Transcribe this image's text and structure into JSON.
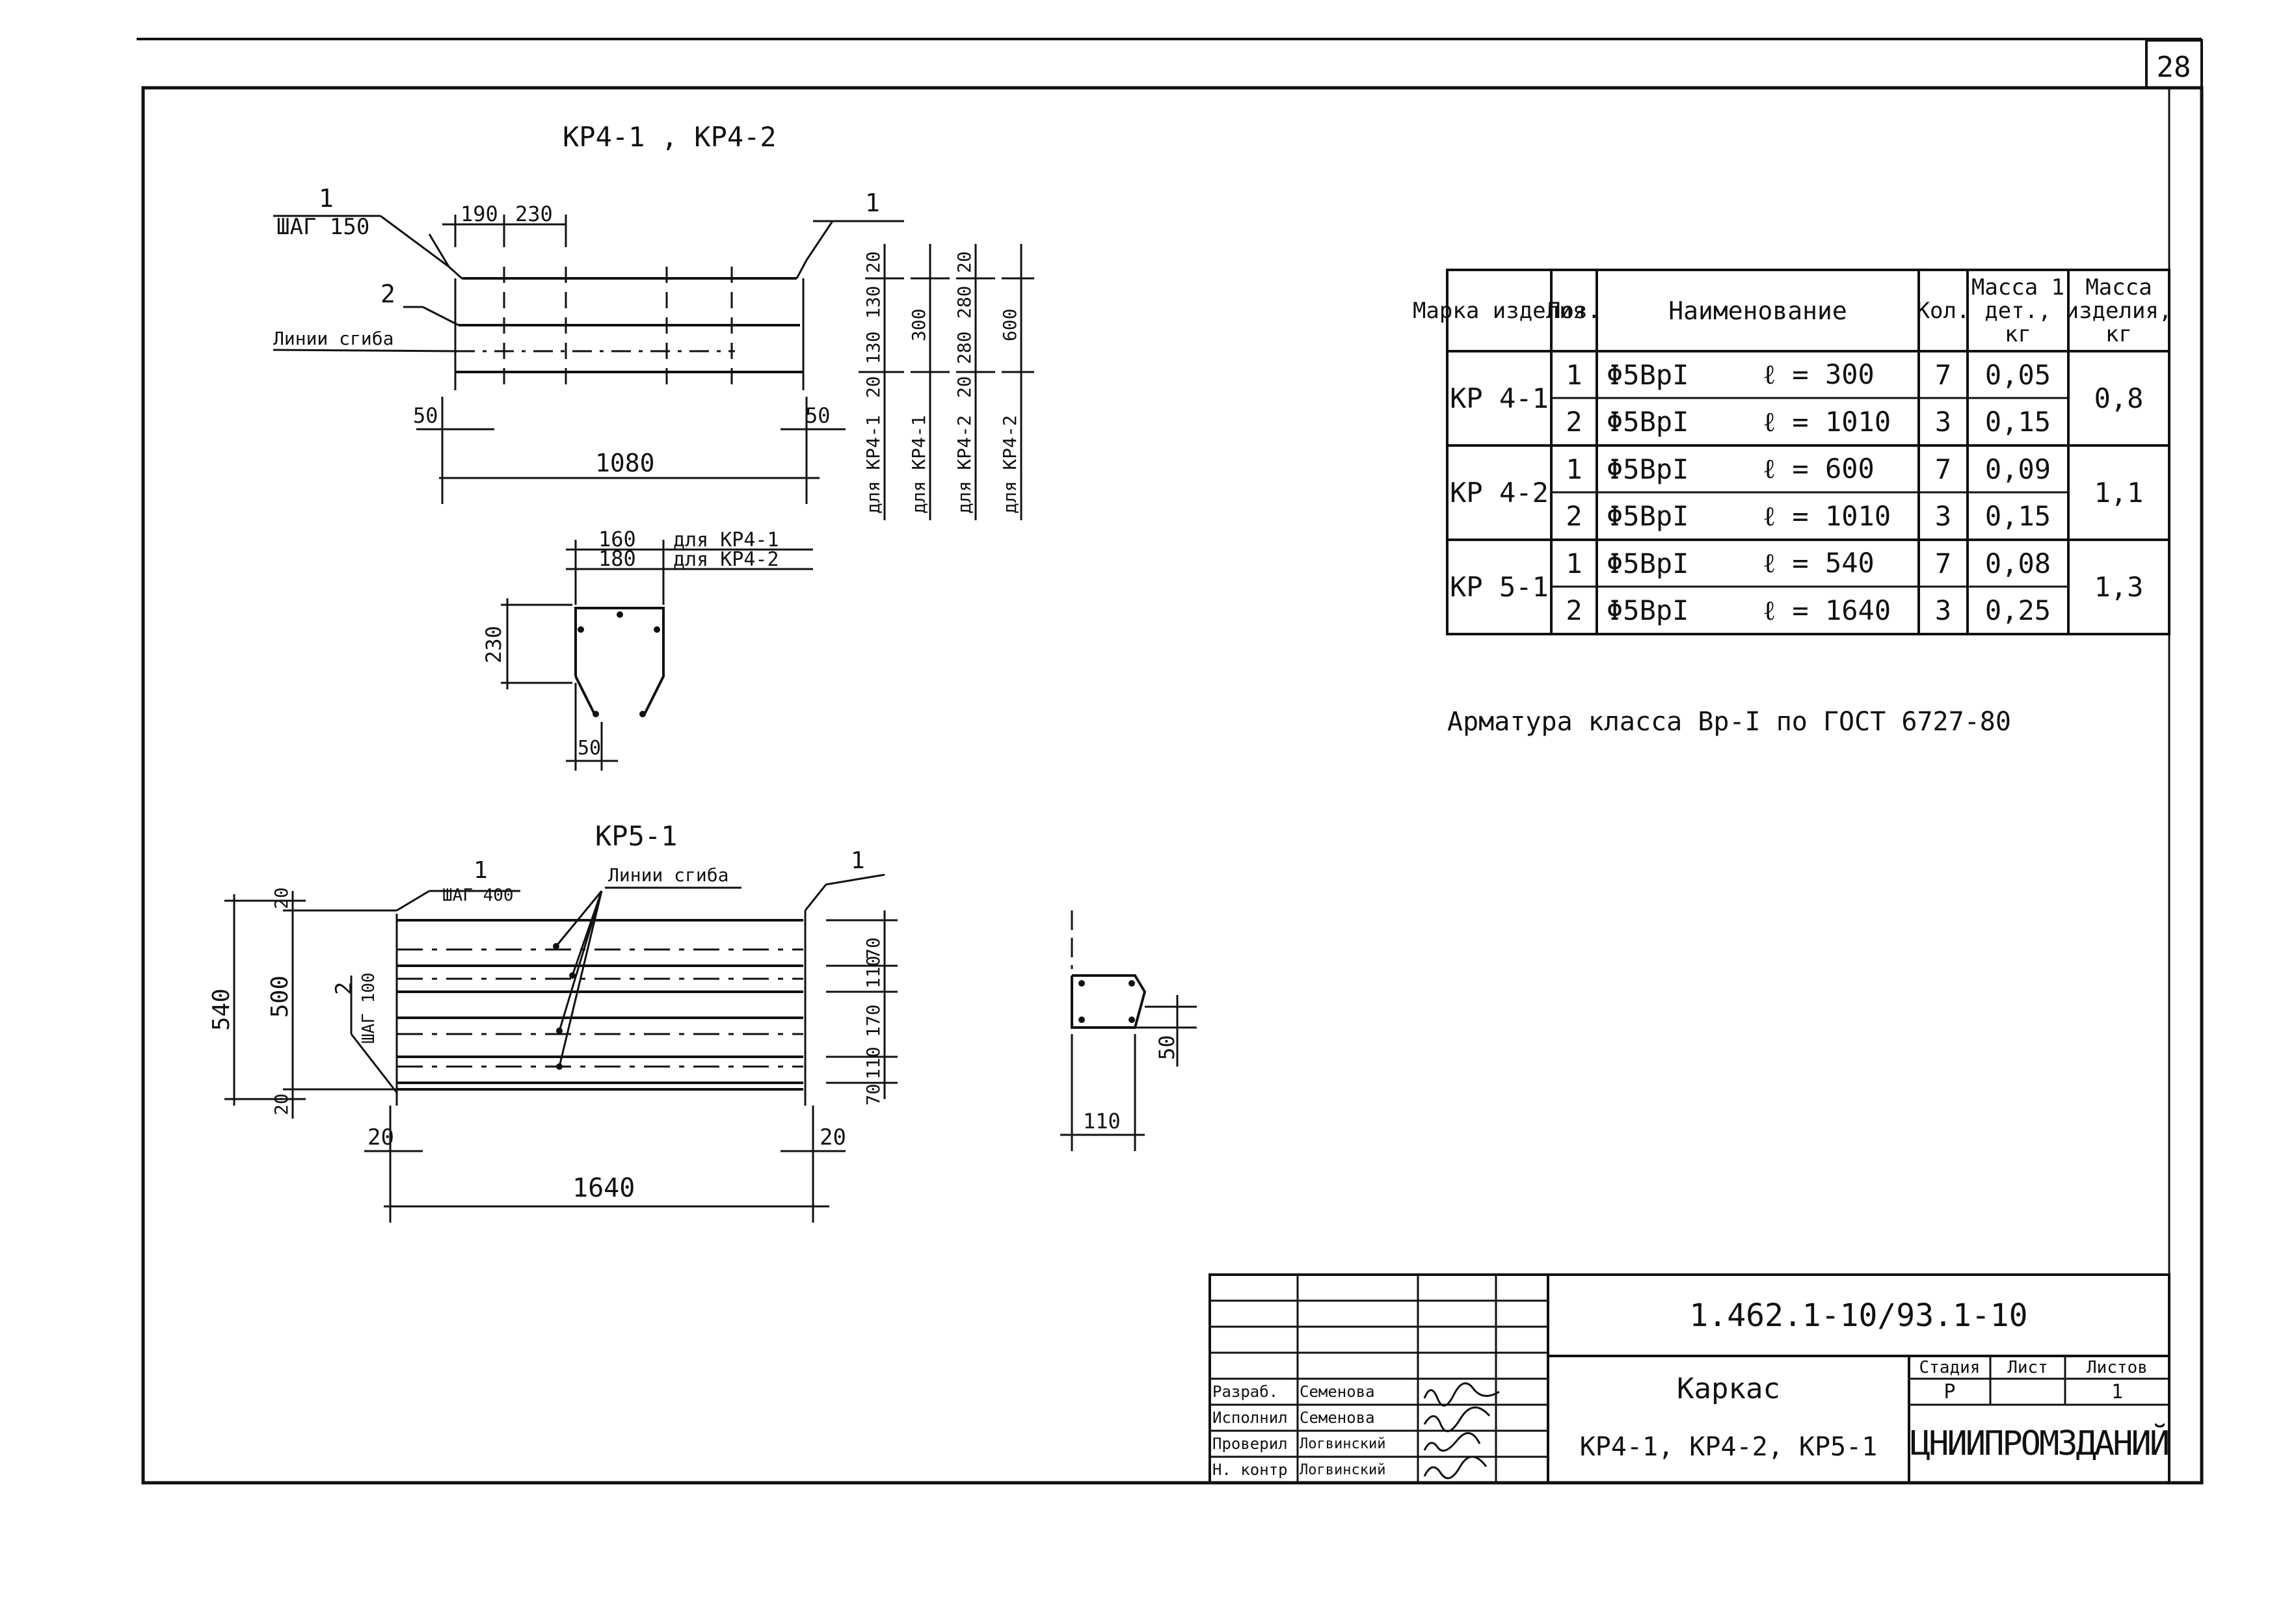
{
  "sheet": {
    "number": "28"
  },
  "drawings": {
    "kr4": {
      "title": "КР4-1 , КР4-2",
      "pos1": "1",
      "pos1_step": "ШАГ 150",
      "pos1_right": "1",
      "pos2": "2",
      "bend_lines": "Линии сгиба",
      "dims": {
        "top_a": "190",
        "top_b": "230",
        "left_end": "50",
        "right_end": "50",
        "length": "1080",
        "v_kr41": [
          "20",
          "130",
          "130",
          "20"
        ],
        "v_kr41_total": "300",
        "v_kr42": [
          "20",
          "280",
          "280",
          "20"
        ],
        "v_kr42_total": "600",
        "for_kr41_a": "для КР4-1",
        "for_kr41_b": "для КР4-1",
        "for_kr42_a": "для КР4-2",
        "for_kr42_b": "для КР4-2"
      }
    },
    "kr4_section": {
      "w1": "160",
      "w1_label": "для КР4-1",
      "w2": "180",
      "w2_label": "для КР4-2",
      "height": "230",
      "bottom": "50"
    },
    "kr5": {
      "title": "КР5-1",
      "pos1": "1",
      "pos1_step": "ШАГ 400",
      "pos1_right": "1",
      "pos2": "2",
      "pos2_step": "ШАГ 100",
      "bend_lines": "Линии сгиба",
      "dims": {
        "overall": "540",
        "inner": "500",
        "top_off": "20",
        "bot_off": "20",
        "right": [
          "70",
          "110",
          "170",
          "110",
          "70"
        ],
        "left_end": "20",
        "right_end": "20",
        "length": "1640"
      }
    },
    "kr5_section": {
      "height": "50",
      "width": "110"
    }
  },
  "spec_table": {
    "headers": {
      "mark": "Марка изделия",
      "pos": "Поз.",
      "name": "Наименование",
      "qty": "Кол.",
      "mass_part": "Масса 1 дет., кг",
      "mass_item": "Масса изделия, кг"
    },
    "groups": [
      {
        "mark": "КР 4-1",
        "mass_item": "0,8",
        "rows": [
          {
            "pos": "1",
            "name": "Φ5ВрI",
            "len": "ℓ = 300",
            "qty": "7",
            "mass": "0,05"
          },
          {
            "pos": "2",
            "name": "Φ5ВрI",
            "len": "ℓ = 1010",
            "qty": "3",
            "mass": "0,15"
          }
        ]
      },
      {
        "mark": "КР 4-2",
        "mass_item": "1,1",
        "rows": [
          {
            "pos": "1",
            "name": "Φ5ВрI",
            "len": "ℓ = 600",
            "qty": "7",
            "mass": "0,09"
          },
          {
            "pos": "2",
            "name": "Φ5ВрI",
            "len": "ℓ = 1010",
            "qty": "3",
            "mass": "0,15"
          }
        ]
      },
      {
        "mark": "КР 5-1",
        "mass_item": "1,3",
        "rows": [
          {
            "pos": "1",
            "name": "Φ5ВрI",
            "len": "ℓ = 540",
            "qty": "7",
            "mass": "0,08"
          },
          {
            "pos": "2",
            "name": "Φ5ВрI",
            "len": "ℓ = 1640",
            "qty": "3",
            "mass": "0,25"
          }
        ]
      }
    ]
  },
  "note": "Арматура класса Вр-I по ГОСТ 6727-80",
  "title_block": {
    "code": "1.462.1-10/93.1-10",
    "title_line1": "Каркас",
    "title_line2": "КР4-1, КР4-2, КР5-1",
    "stage_label": "Стадия",
    "sheet_label": "Лист",
    "sheets_label": "Листов",
    "stage": "Р",
    "sheet": "",
    "sheets": "1",
    "org": "ЦНИИПРОМЗДАНИЙ",
    "roles": [
      {
        "role": "Разраб.",
        "name": "Семенова"
      },
      {
        "role": "Исполнил",
        "name": "Семенова"
      },
      {
        "role": "Проверил",
        "name": "Логвинский"
      },
      {
        "role": "Н. контр",
        "name": "Логвинский"
      }
    ]
  }
}
